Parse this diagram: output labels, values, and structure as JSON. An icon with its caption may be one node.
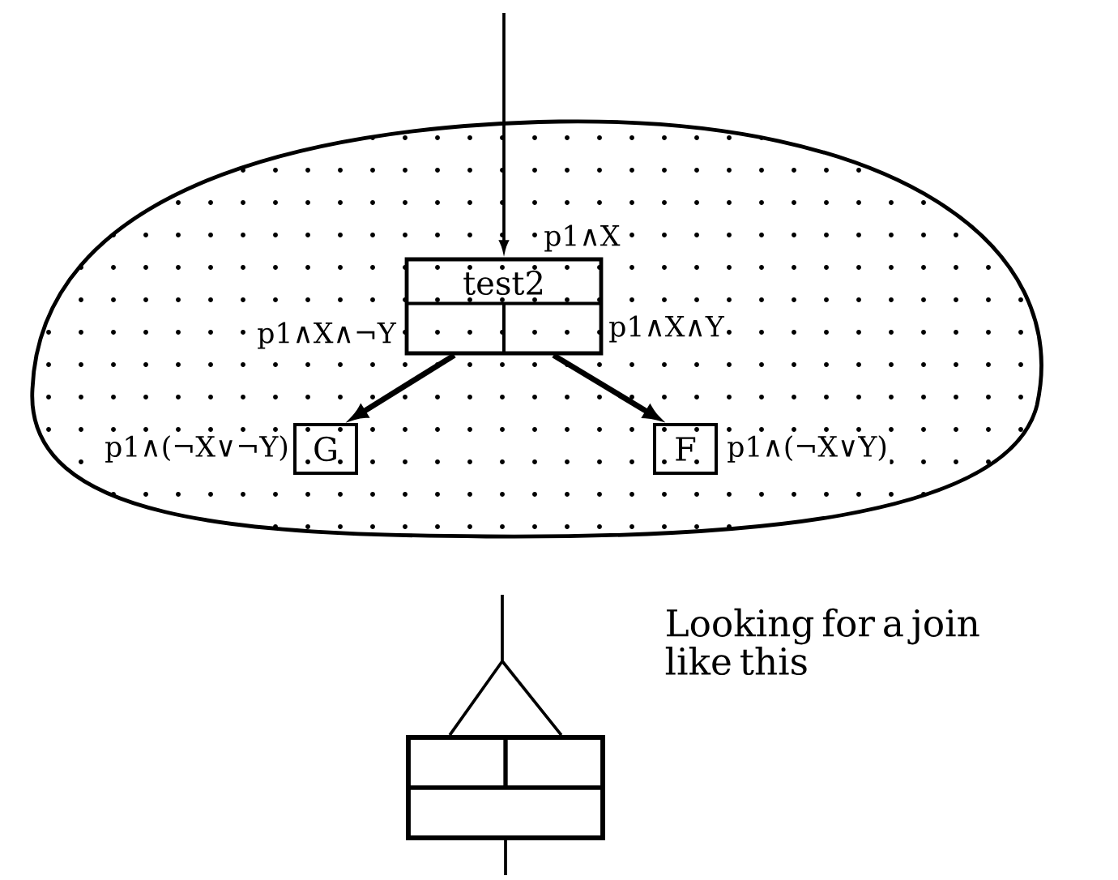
{
  "diagram": {
    "nodes": [
      {
        "text": [],
        "shape": "cloud"
      },
      {
        "text": [
          "test2"
        ],
        "in": 0
      },
      {
        "text": [
          "G"
        ],
        "in": 0,
        "beside": [
          "p1∧(¬X∨¬Y)"
        ]
      },
      {
        "text": [
          "F"
        ],
        "in": 0,
        "beside": [
          "p1∧(¬X∨Y)"
        ]
      },
      {
        "text": [],
        "shape": "box"
      }
    ],
    "edges": [
      {
        "from": null,
        "to": 1,
        "arrow": "to",
        "label": "p1∧X"
      },
      {
        "from": 1,
        "to": 2,
        "arrow": "to",
        "label": "p1∧X∧¬Y",
        "style": "thick"
      },
      {
        "from": 1,
        "to": 3,
        "arrow": "to",
        "label": "p1∧X∧Y",
        "style": "thick"
      },
      {
        "from": null,
        "to": 4,
        "arrow": "none"
      },
      {
        "from": 4,
        "to": null,
        "arrow": "none"
      }
    ],
    "labels": [
      "Looking for a join like this"
    ]
  }
}
